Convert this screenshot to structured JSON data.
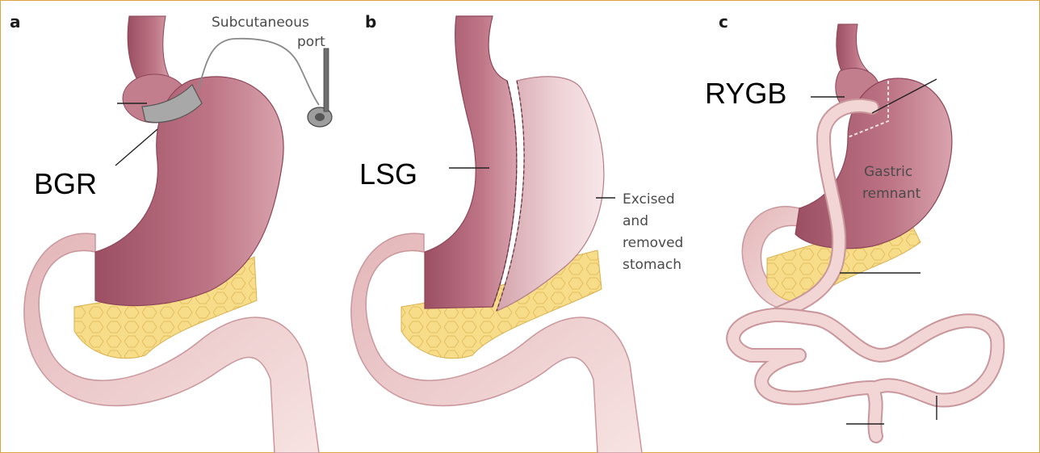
{
  "panels": {
    "a": {
      "letter": "a",
      "procedure_label": "BGR",
      "port_label_line1": "Subcutaneous",
      "port_label_line2": "port"
    },
    "b": {
      "letter": "b",
      "procedure_label": "LSG",
      "excised_line1": "Excised",
      "excised_line2": "and",
      "excised_line3": "removed",
      "excised_line4": "stomach"
    },
    "c": {
      "letter": "c",
      "procedure_label": "RYGB",
      "remnant_line1": "Gastric",
      "remnant_line2": "remnant"
    }
  },
  "colors": {
    "stomach": "#b86b7d",
    "stomach_light": "#e6c3c8",
    "intestine": "#f0d2d2",
    "pancreas": "#f7dc8a",
    "band": "#9a9a9a",
    "frame": "#d9a441"
  }
}
